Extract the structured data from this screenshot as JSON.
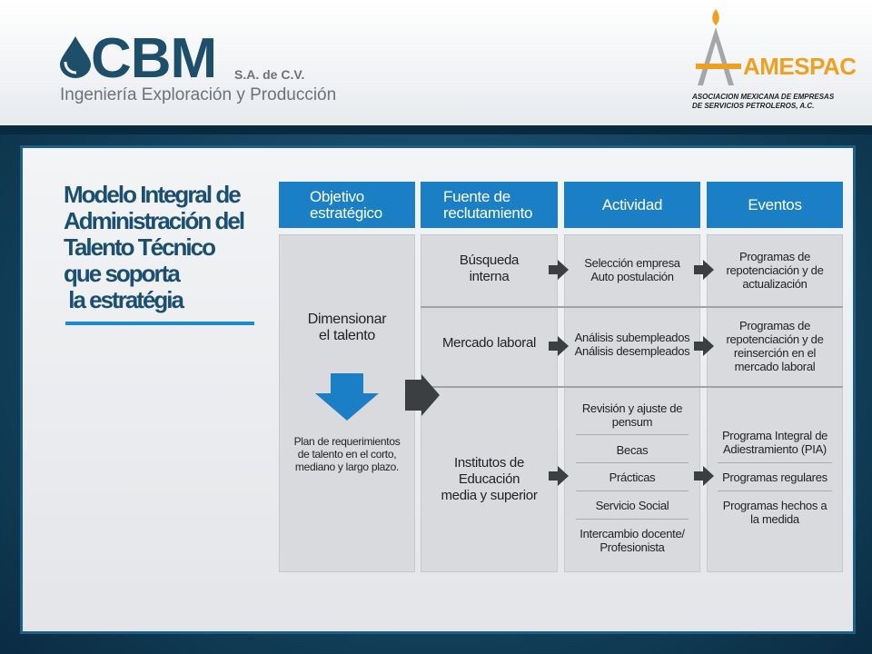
{
  "header": {
    "cbm": {
      "name": "CBM",
      "suffix": "S.A. de C.V.",
      "tagline": "Ingeniería Exploración y Producción"
    },
    "amespac": {
      "name": "AMESPAC",
      "line1": "ASOCIACION MEXICANA DE EMPRESAS",
      "line2": "DE SERVICIOS PETROLEROS, A.C."
    }
  },
  "title": [
    "Modelo Integral de",
    "Administración del",
    "Talento Técnico",
    "que soporta",
    " la estratégia"
  ],
  "columns": {
    "objetivo": "Objetivo\nestratégico",
    "fuente": "Fuente de\nreclutamiento",
    "actividad": "Actividad",
    "eventos": "Eventos"
  },
  "objetivo": {
    "main": "Dimensionar\nel talento",
    "plan": "Plan de requerimientos\nde talento en el corto,\nmediano y largo plazo."
  },
  "fuente": {
    "interna": "Búsqueda\ninterna",
    "mercado": "Mercado laboral",
    "institutos": "Institutos de\nEducación\nmedia y superior"
  },
  "actividad": {
    "interna": "Selección empresa\nAuto postulación",
    "mercado": "Análisis subempleados\nAnálisis desempleados",
    "items": [
      "Revisión y ajuste de\npensum",
      "Becas",
      "Prácticas",
      "Servicio Social",
      "Intercambio docente/\nProfesionista"
    ]
  },
  "eventos": {
    "interna": "Programas de\nrepotenciación y de\nactualización",
    "mercado": "Programas de\nrepotenciación y de\nreinserción en el\nmercado laboral",
    "items": [
      "Programa Integral de\nAdiestramiento (PIA)",
      "Programas regulares",
      "Programas hechos a\nla medida"
    ]
  },
  "colors": {
    "header_blue": "#1b7fc6",
    "title_blue": "#1b4f72",
    "cbm_blue": "#1d4f6b",
    "amespac_orange": "#f0a020"
  }
}
